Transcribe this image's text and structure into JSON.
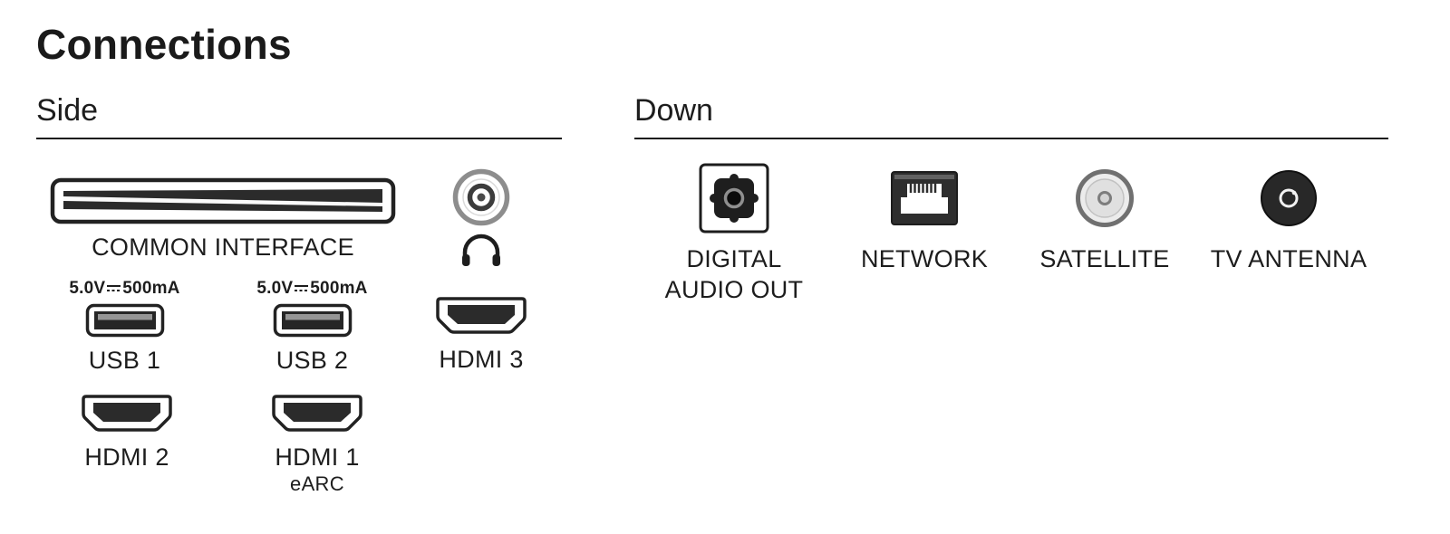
{
  "page": {
    "title": "Connections"
  },
  "side": {
    "heading": "Side",
    "common_interface": {
      "label": "COMMON INTERFACE"
    },
    "usb1": {
      "voltage": "5.0V",
      "current": "500mA",
      "label": "USB 1"
    },
    "usb2": {
      "voltage": "5.0V",
      "current": "500mA",
      "label": "USB 2"
    },
    "hdmi3": {
      "label": "HDMI 3"
    },
    "hdmi2": {
      "label": "HDMI 2"
    },
    "hdmi1": {
      "label": "HDMI 1",
      "sublabel": "eARC"
    }
  },
  "down": {
    "heading": "Down",
    "digital_audio_out": {
      "line1": "DIGITAL",
      "line2": "AUDIO OUT"
    },
    "network": {
      "label": "NETWORK"
    },
    "satellite": {
      "label": "SATELLITE"
    },
    "tv_antenna": {
      "label": "TV ANTENNA"
    }
  },
  "colors": {
    "text": "#1d1d1d",
    "port_dark": "#2b2b2b",
    "outline": "#222222"
  }
}
